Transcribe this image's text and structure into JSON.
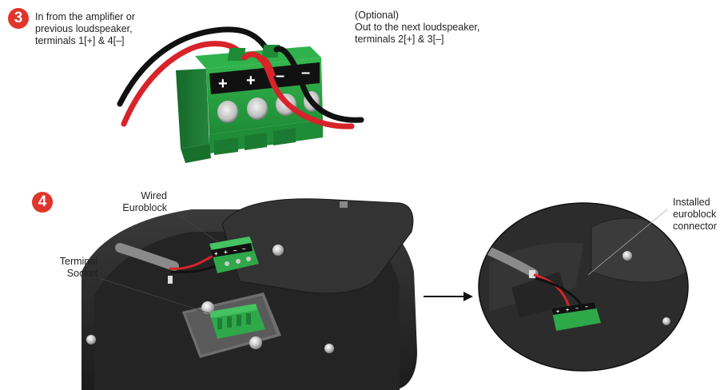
{
  "steps": {
    "three": {
      "number": "3"
    },
    "four": {
      "number": "4"
    }
  },
  "labels": {
    "in_from": [
      "In from the amplifier or",
      "previous loudspeaker,",
      "terminals 1[+] & 4[–]"
    ],
    "out_to": [
      "(Optional)",
      "Out to the next loudspeaker,",
      "terminals 2[+] & 3[–]"
    ],
    "wired_euroblock": [
      "Wired",
      "Euroblock"
    ],
    "terminal_socket": [
      "Terminal",
      "Socket"
    ],
    "installed_connector": [
      "Installed",
      "euroblock",
      "connector"
    ]
  },
  "terminal_marks": {
    "large": [
      "+",
      "+",
      "–",
      "–"
    ],
    "small": [
      "+",
      "+",
      "–",
      "–"
    ],
    "installed": [
      "+",
      "+",
      "–",
      "–"
    ]
  },
  "icons": {
    "arrow": "right-arrow-icon"
  },
  "colors": {
    "badge_red": "#e0352b",
    "connector_green": "#2fa84a",
    "wire_red": "#d8232a",
    "wire_black": "#111111",
    "housing_dark": "#2b2b2b"
  }
}
